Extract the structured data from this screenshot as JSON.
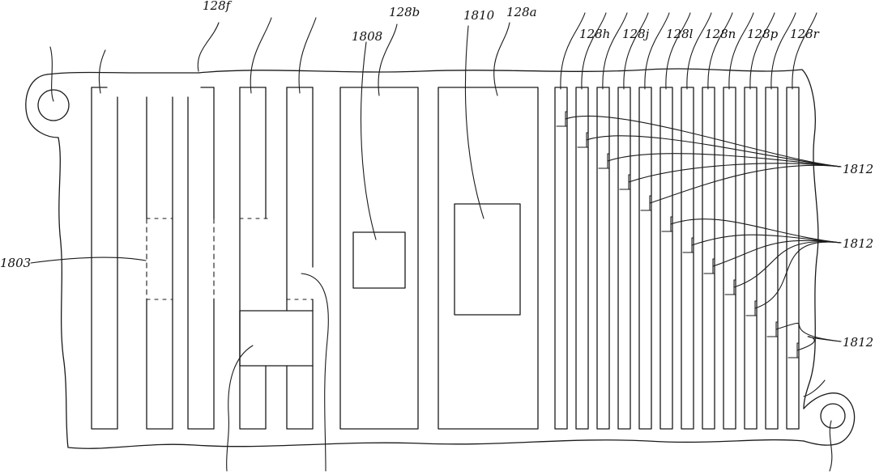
{
  "figure": {
    "labels": {
      "f128f": "128f",
      "f128b": "128b",
      "f128a": "128a",
      "f1808": "1808",
      "f1810": "1810",
      "f128h": "128h",
      "f128j": "128j",
      "f128l": "128l",
      "f128n": "128n",
      "f128p": "128p",
      "f128r": "128r",
      "f1803": "1803",
      "f1812a": "1812",
      "f1812b": "1812",
      "f1812c": "1812"
    }
  }
}
